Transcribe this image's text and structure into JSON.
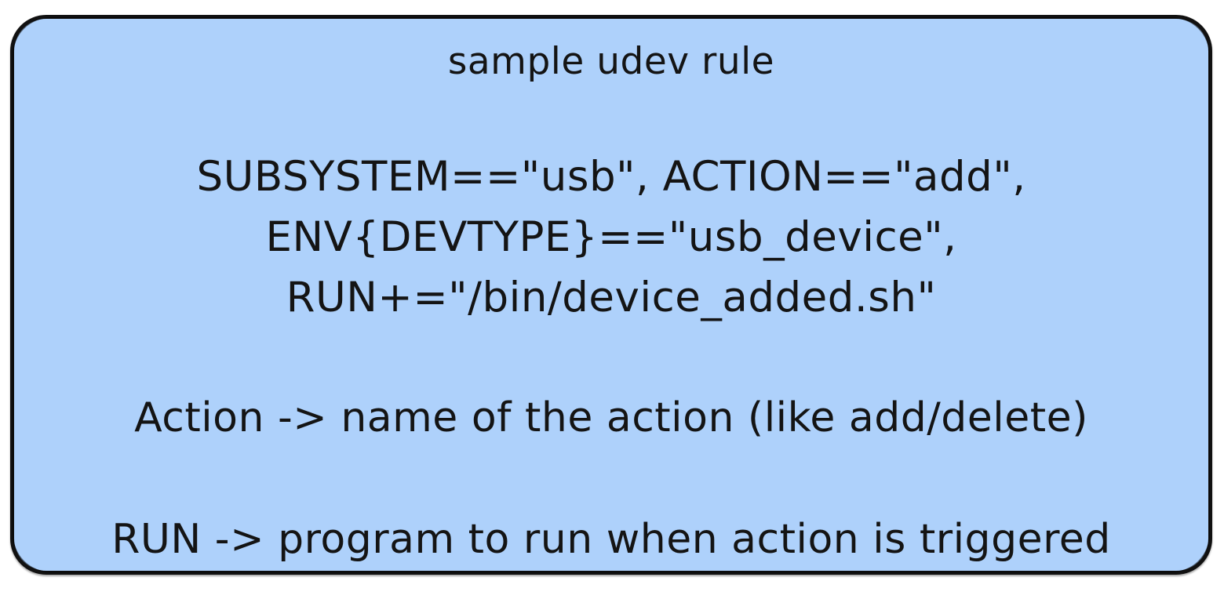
{
  "card": {
    "fill_color": "#aed1fb",
    "border_color": "#111111",
    "text_color": "#141414"
  },
  "title": "sample udev rule",
  "code_block": {
    "lines": [
      "SUBSYSTEM==\"usb\", ACTION==\"add\",",
      "ENV{DEVTYPE}==\"usb_device\",",
      "RUN+=\"/bin/device_added.sh\""
    ]
  },
  "notes": [
    "Action -> name of the action (like add/delete)",
    "RUN -> program to run when action is triggered"
  ]
}
